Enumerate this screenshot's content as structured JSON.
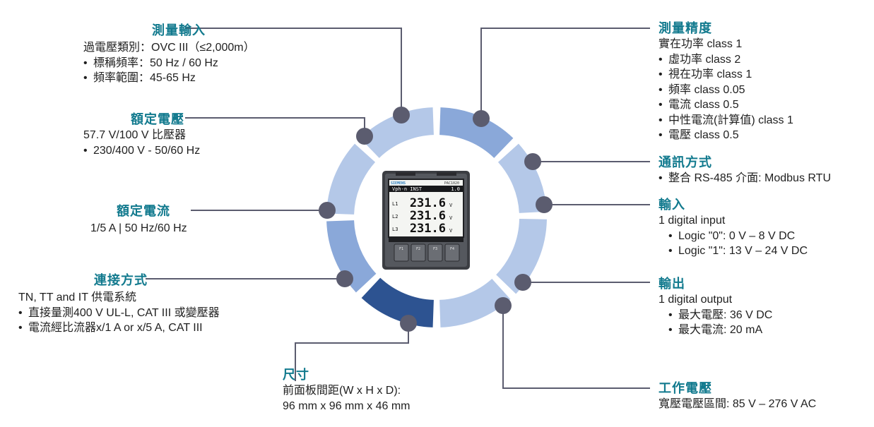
{
  "colors": {
    "title": "#127a8e",
    "line": "#5b5c6f",
    "dot": "#5b5c6f",
    "ring_light": "#b4c8e8",
    "ring_mid": "#8aa8d9",
    "ring_dark": "#2d5391"
  },
  "device": {
    "brand": "SIEMENS",
    "model": "PAC1020",
    "mode": "Vph-n INST",
    "page": "1.0",
    "rows": [
      {
        "phase": "L1",
        "value": "231.6",
        "unit": "V"
      },
      {
        "phase": "L2",
        "value": "231.6",
        "unit": "V"
      },
      {
        "phase": "L3",
        "value": "231.6",
        "unit": "V"
      }
    ],
    "keys": [
      "F1",
      "F2",
      "F3",
      "F4"
    ]
  },
  "blocks": {
    "measurement_input": {
      "title": "測量輸入",
      "line1": "過電壓類別：OVC III（≤2,000m）",
      "bullets": [
        "標稱頻率：50 Hz / 60 Hz",
        "頻率範圍：45-65 Hz"
      ]
    },
    "rated_voltage": {
      "title": "額定電壓",
      "line1": "57.7 V/100 V 比壓器",
      "bullets": [
        "230/400 V - 50/60 Hz"
      ]
    },
    "rated_current": {
      "title": "額定電流",
      "line1": "1/5 A | 50 Hz/60 Hz"
    },
    "connection": {
      "title": "連接方式",
      "line1": "TN, TT and IT 供電系統",
      "bullets": [
        "直接量測400 V UL-L, CAT III 或變壓器",
        "電流經比流器x/1 A or x/5 A, CAT III"
      ]
    },
    "dimensions": {
      "title": "尺寸",
      "line1": "前面板間距(W x H x D):",
      "line2": "96 mm x 96 mm x 46 mm"
    },
    "accuracy": {
      "title": "測量精度",
      "line1": "實在功率 class 1",
      "bullets": [
        "虛功率 class 2",
        "視在功率 class 1",
        "頻率 class 0.05",
        "電流 class 0.5",
        "中性電流(計算值) class 1",
        "電壓 class 0.5"
      ]
    },
    "communication": {
      "title": "通訊方式",
      "bullets": [
        "整合 RS-485 介面: Modbus RTU"
      ]
    },
    "input": {
      "title": "輸入",
      "line1": "1 digital input",
      "bullets": [
        "Logic \"0\": 0 V – 8 V DC",
        "Logic \"1\": 13 V – 24 V DC"
      ]
    },
    "output": {
      "title": "輸出",
      "line1": "1 digital output",
      "bullets": [
        "最大電壓: 36 V DC",
        "最大電流: 20 mA"
      ]
    },
    "working_voltage": {
      "title": "工作電壓",
      "line1": "寬壓電壓區間: 85 V – 276 V AC"
    }
  }
}
